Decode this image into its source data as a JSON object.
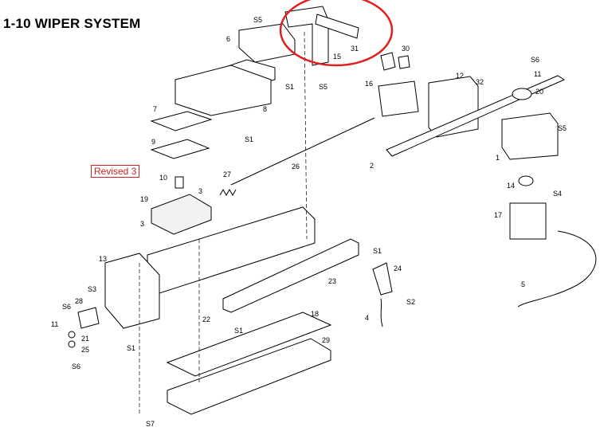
{
  "title": "1-10  WIPER SYSTEM",
  "revision_note": "Revised 3",
  "highlight_color": "#e02020",
  "parts": [
    {
      "id": "p-s5a",
      "label": "S5"
    },
    {
      "id": "p-6",
      "label": "6"
    },
    {
      "id": "p-31",
      "label": "31"
    },
    {
      "id": "p-15",
      "label": "15"
    },
    {
      "id": "p-30",
      "label": "30"
    },
    {
      "id": "p-s1a",
      "label": "S1"
    },
    {
      "id": "p-s5b",
      "label": "S5"
    },
    {
      "id": "p-8",
      "label": "8"
    },
    {
      "id": "p-16",
      "label": "16"
    },
    {
      "id": "p-12",
      "label": "12"
    },
    {
      "id": "p-32",
      "label": "32"
    },
    {
      "id": "p-s6a",
      "label": "S6"
    },
    {
      "id": "p-11a",
      "label": "11"
    },
    {
      "id": "p-20",
      "label": "20"
    },
    {
      "id": "p-s5c",
      "label": "S5"
    },
    {
      "id": "p-7",
      "label": "7"
    },
    {
      "id": "p-s1b",
      "label": "S1"
    },
    {
      "id": "p-9",
      "label": "9"
    },
    {
      "id": "p-2",
      "label": "2"
    },
    {
      "id": "p-1",
      "label": "1"
    },
    {
      "id": "p-26",
      "label": "26"
    },
    {
      "id": "p-10",
      "label": "10"
    },
    {
      "id": "p-27",
      "label": "27"
    },
    {
      "id": "p-3a",
      "label": "3"
    },
    {
      "id": "p-19",
      "label": "19"
    },
    {
      "id": "p-14",
      "label": "14"
    },
    {
      "id": "p-s4",
      "label": "S4"
    },
    {
      "id": "p-17",
      "label": "17"
    },
    {
      "id": "p-3b",
      "label": "3"
    },
    {
      "id": "p-13",
      "label": "13"
    },
    {
      "id": "p-s1c",
      "label": "S1"
    },
    {
      "id": "p-24",
      "label": "24"
    },
    {
      "id": "p-5",
      "label": "5"
    },
    {
      "id": "p-23",
      "label": "23"
    },
    {
      "id": "p-s3",
      "label": "S3"
    },
    {
      "id": "p-28",
      "label": "28"
    },
    {
      "id": "p-s6b",
      "label": "S6"
    },
    {
      "id": "p-s2",
      "label": "S2"
    },
    {
      "id": "p-11b",
      "label": "11"
    },
    {
      "id": "p-22",
      "label": "22"
    },
    {
      "id": "p-4",
      "label": "4"
    },
    {
      "id": "p-18",
      "label": "18"
    },
    {
      "id": "p-s1d",
      "label": "S1"
    },
    {
      "id": "p-21",
      "label": "21"
    },
    {
      "id": "p-s1e",
      "label": "S1"
    },
    {
      "id": "p-25",
      "label": "25"
    },
    {
      "id": "p-29",
      "label": "29"
    },
    {
      "id": "p-s6c",
      "label": "S6"
    },
    {
      "id": "p-s7",
      "label": "S7"
    }
  ]
}
